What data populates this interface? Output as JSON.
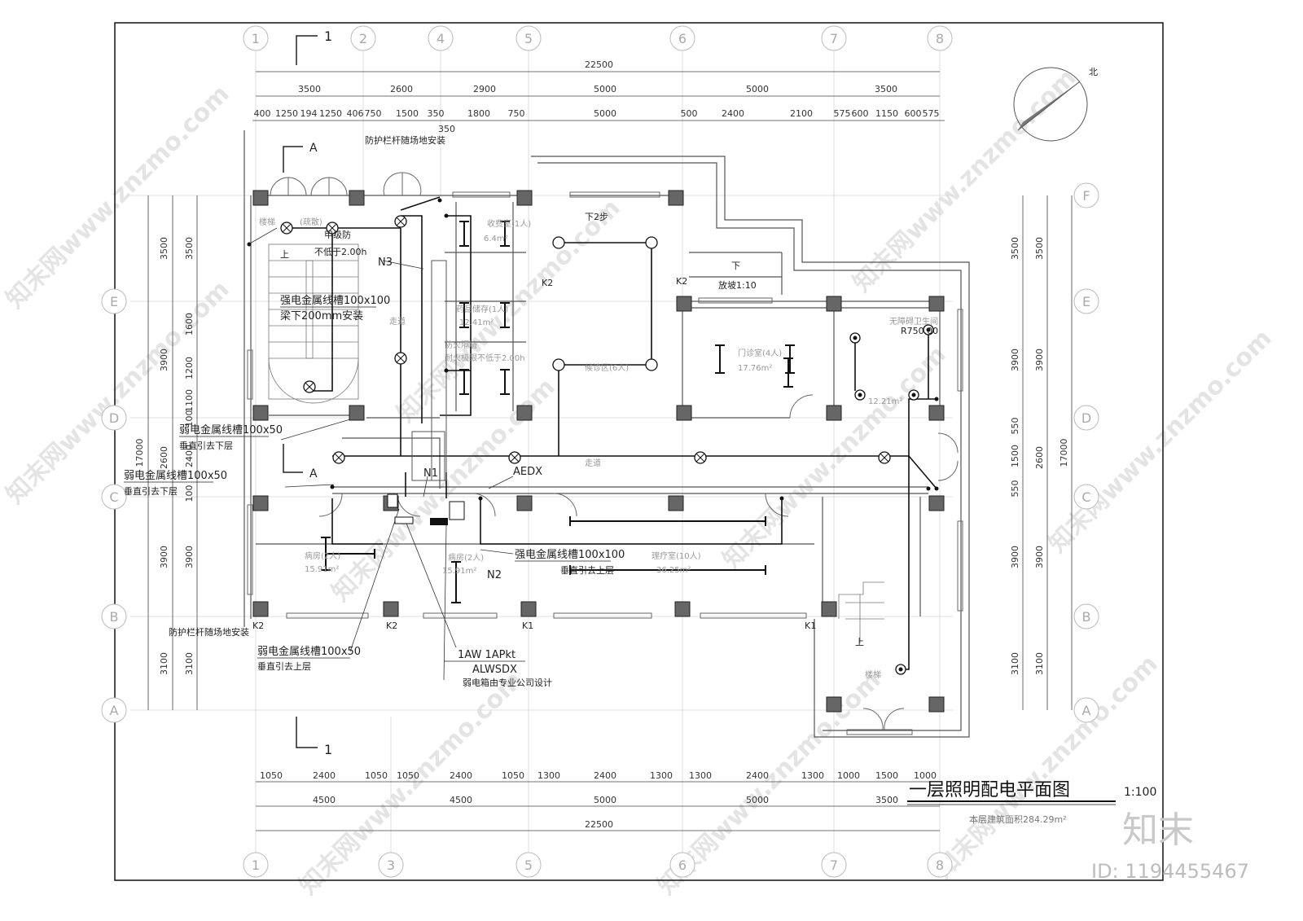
{
  "title": {
    "name": "一层照明配电平面图",
    "scale": "1:100",
    "area": "本层建筑面积284.29m²"
  },
  "watermark": {
    "brand": "知末",
    "id": "ID: 1194455467",
    "site": "知末网www.znzmo.com"
  },
  "axes": {
    "top": [
      "1",
      "2",
      "4",
      "5",
      "6",
      "7",
      "8"
    ],
    "bottom": [
      "1",
      "3",
      "5",
      "6",
      "7",
      "8"
    ],
    "right": [
      "F",
      "E",
      "D",
      "C",
      "B",
      "A"
    ],
    "left": [
      "E",
      "D",
      "C",
      "B",
      "A"
    ]
  },
  "dims": {
    "top_total": "22500",
    "top_row1": [
      "3500",
      "2600",
      "2900",
      "5000",
      "5000",
      "3500"
    ],
    "top_row2": [
      "400",
      "1250",
      "194",
      "1250",
      "406",
      "750",
      "1500",
      "350",
      "1800",
      "750",
      "5000",
      "500",
      "2400",
      "2100",
      "575",
      "600",
      "1150",
      "600",
      "575"
    ],
    "top_extra": "350",
    "bottom_row1": [
      "1050",
      "2400",
      "1050",
      "1050",
      "2400",
      "1050",
      "1300",
      "2400",
      "1300",
      "1300",
      "2400",
      "1300",
      "1000",
      "1500",
      "1000"
    ],
    "bottom_row2": [
      "4500",
      "4500",
      "5000",
      "5000",
      "3500"
    ],
    "bottom_total": "22500",
    "left_outer": [
      "3500",
      "3900",
      "2600",
      "3900",
      "3100"
    ],
    "left_total": "17000",
    "left_inner": [
      "3500",
      "1600",
      "1200",
      "1100",
      "100",
      "2400",
      "100",
      "3900",
      "3100"
    ],
    "right_inner": [
      "3500",
      "3900",
      "550",
      "1500",
      "550",
      "3900",
      "3100"
    ],
    "right_outer": [
      "3500",
      "3900",
      "2600",
      "3900",
      "3100"
    ],
    "right_total": "17000"
  },
  "section_marks": [
    "1",
    "A"
  ],
  "labels": {
    "railing_top": "防护栏杆随场地安装",
    "railing_bottom": "防护栏杆随场地安装",
    "stair_up": "上",
    "stair_up2": "上",
    "stair_room": "楼梯",
    "stair_room2": "楼梯",
    "stair_sub": "(疏散)",
    "fire_door": "甲级防",
    "fire_limit": "不低于2.00h",
    "n3": "N3",
    "n1": "N1",
    "n2": "N2",
    "aedx": "AEDX",
    "k1": "K1",
    "k2": "K2",
    "down_steps": "下2步",
    "down": "下",
    "ramp": "放坡1:10",
    "r750": "R750.00",
    "toilet": "无障碍卫生间",
    "toilet_area": "12.21m²",
    "corridor": "走道",
    "corridor2": "走道",
    "room_fee": "收费室(1人)",
    "room_fee_area": "6.4m²",
    "room_storage": "药品储存(1人)",
    "room_storage_area": "12.41m²",
    "fire_wall": "防火隔墙",
    "fire_wall_limit": "耐火极限不低于2.00h",
    "waiting": "候诊区(6人)",
    "clinic": "门诊室(4人)",
    "clinic_area": "17.76m²",
    "ward1": "病房(2人)",
    "ward1_area": "15.91m²",
    "ward2": "病房(2人)",
    "ward2_area": "15.91m²",
    "therapy": "理疗室(10人)",
    "therapy_area": "36.25m²"
  },
  "callouts": {
    "strong_trunk_a": "强电金属线槽100x100",
    "strong_trunk_a2": "梁下200mm安装",
    "weak_down_a": "弱电金属线槽100x50",
    "weak_down_a2": "垂直引去下层",
    "weak_down_b": "弱电金属线槽100x50",
    "weak_down_b2": "垂直引去下层",
    "strong_up": "强电金属线槽100x100",
    "strong_up2": "垂直引去上层",
    "weak_up": "弱电金属线槽100x50",
    "weak_up2": "垂直引去上层",
    "panels": "1AW 1APkt",
    "panels2": "ALWSDX",
    "weak_box": "弱电箱由专业公司设计"
  },
  "compass": "北"
}
